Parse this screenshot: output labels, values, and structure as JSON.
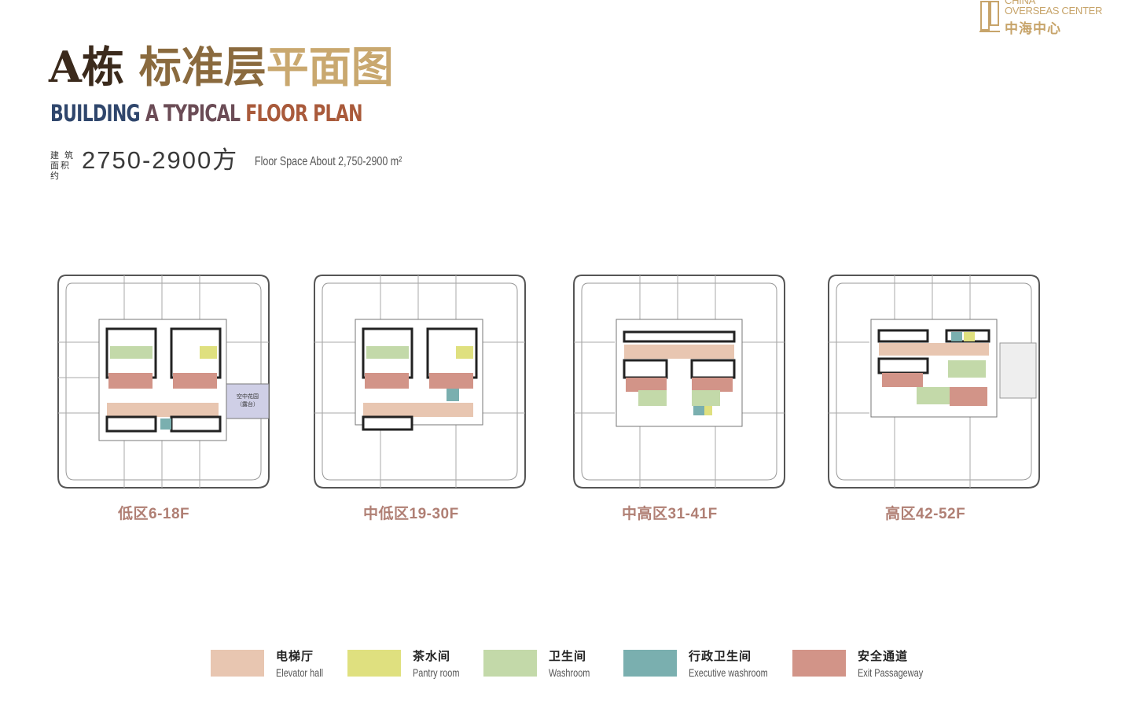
{
  "logo": {
    "line1": "CHINA",
    "line2": "OVERSEAS CENTER",
    "cn": "中海中心"
  },
  "title": {
    "cn_part1": "A栋 ",
    "cn_part2": "标准层",
    "cn_part3": "平面图",
    "en_part1": "BUILDING ",
    "en_part2": "A TYPICAL ",
    "en_part3": "FLOOR PLAN"
  },
  "area": {
    "label": "建 筑 面积约",
    "value": "2750-2900方",
    "english": "Floor Space About 2,750-2900 m²"
  },
  "plans": [
    {
      "zone": "低区6-18F",
      "terrace": "空中花园",
      "terrace2": "（露台）"
    },
    {
      "zone": "中低区19-30F"
    },
    {
      "zone": "中高区31-41F"
    },
    {
      "zone": "高区42-52F"
    }
  ],
  "colors": {
    "elevator": "#e8c6b1",
    "pantry": "#dfe07f",
    "washroom": "#c3d9a9",
    "executive": "#7aafaf",
    "exit": "#d29488",
    "terrace": "#cfcfe6"
  },
  "legend": [
    {
      "cn": "电梯厅",
      "en": "Elevator hall",
      "color": "#e8c6b1"
    },
    {
      "cn": "茶水间",
      "en": "Pantry room",
      "color": "#dfe07f"
    },
    {
      "cn": "卫生间",
      "en": "Washroom",
      "color": "#c3d9a9"
    },
    {
      "cn": "行政卫生间",
      "en": "Executive washroom",
      "color": "#7aafaf"
    },
    {
      "cn": "安全通道",
      "en": "Exit Passageway",
      "color": "#d29488"
    }
  ]
}
